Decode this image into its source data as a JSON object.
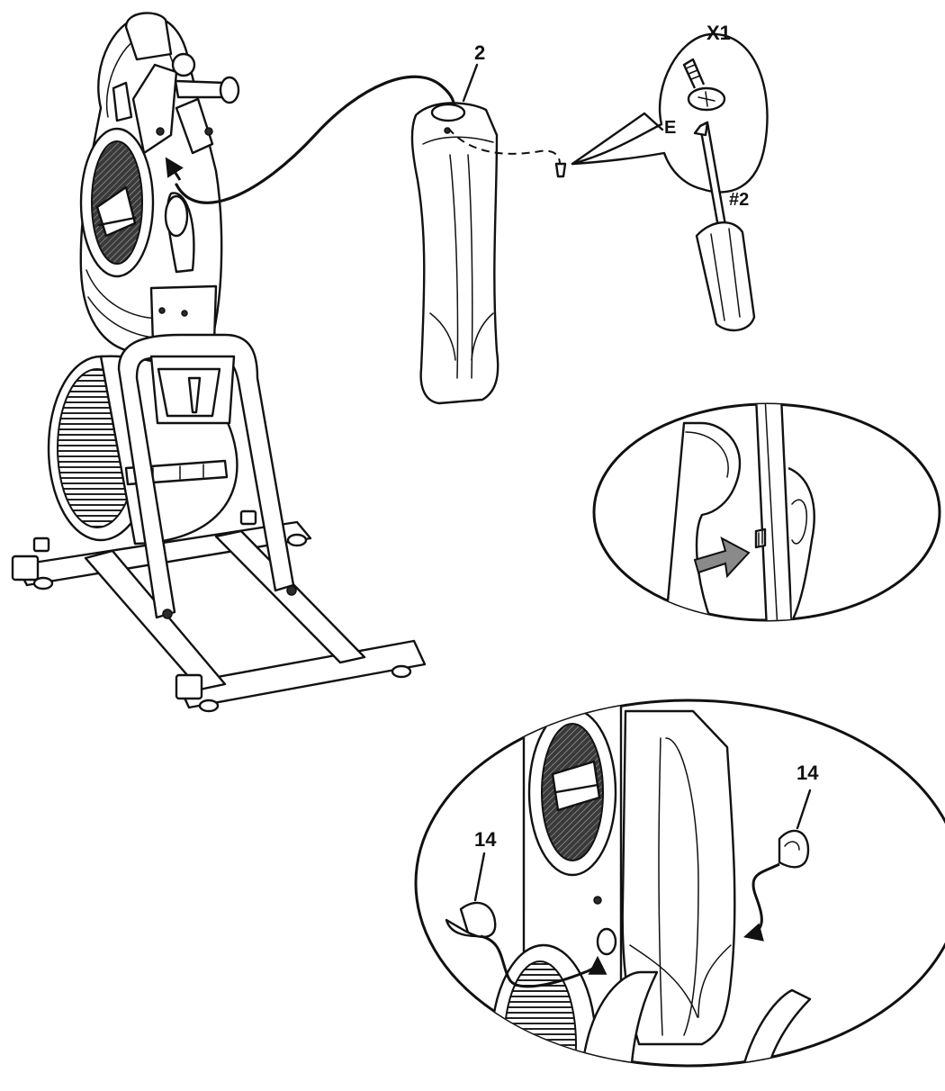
{
  "callouts": {
    "handlebar_part": "2",
    "screw_qty": "X1",
    "screw_part": "E",
    "screwdriver_size": "#2",
    "cap_left": "14",
    "cap_right": "14"
  },
  "colors": {
    "line": "#111111",
    "arrow_fill": "#8a8a8a",
    "background": "#ffffff"
  },
  "icons": {
    "routing_arrow": "arrow-icon",
    "insert_arrow": "gray-push-arrow-icon",
    "screwdriver": "phillips-screwdriver-icon"
  }
}
